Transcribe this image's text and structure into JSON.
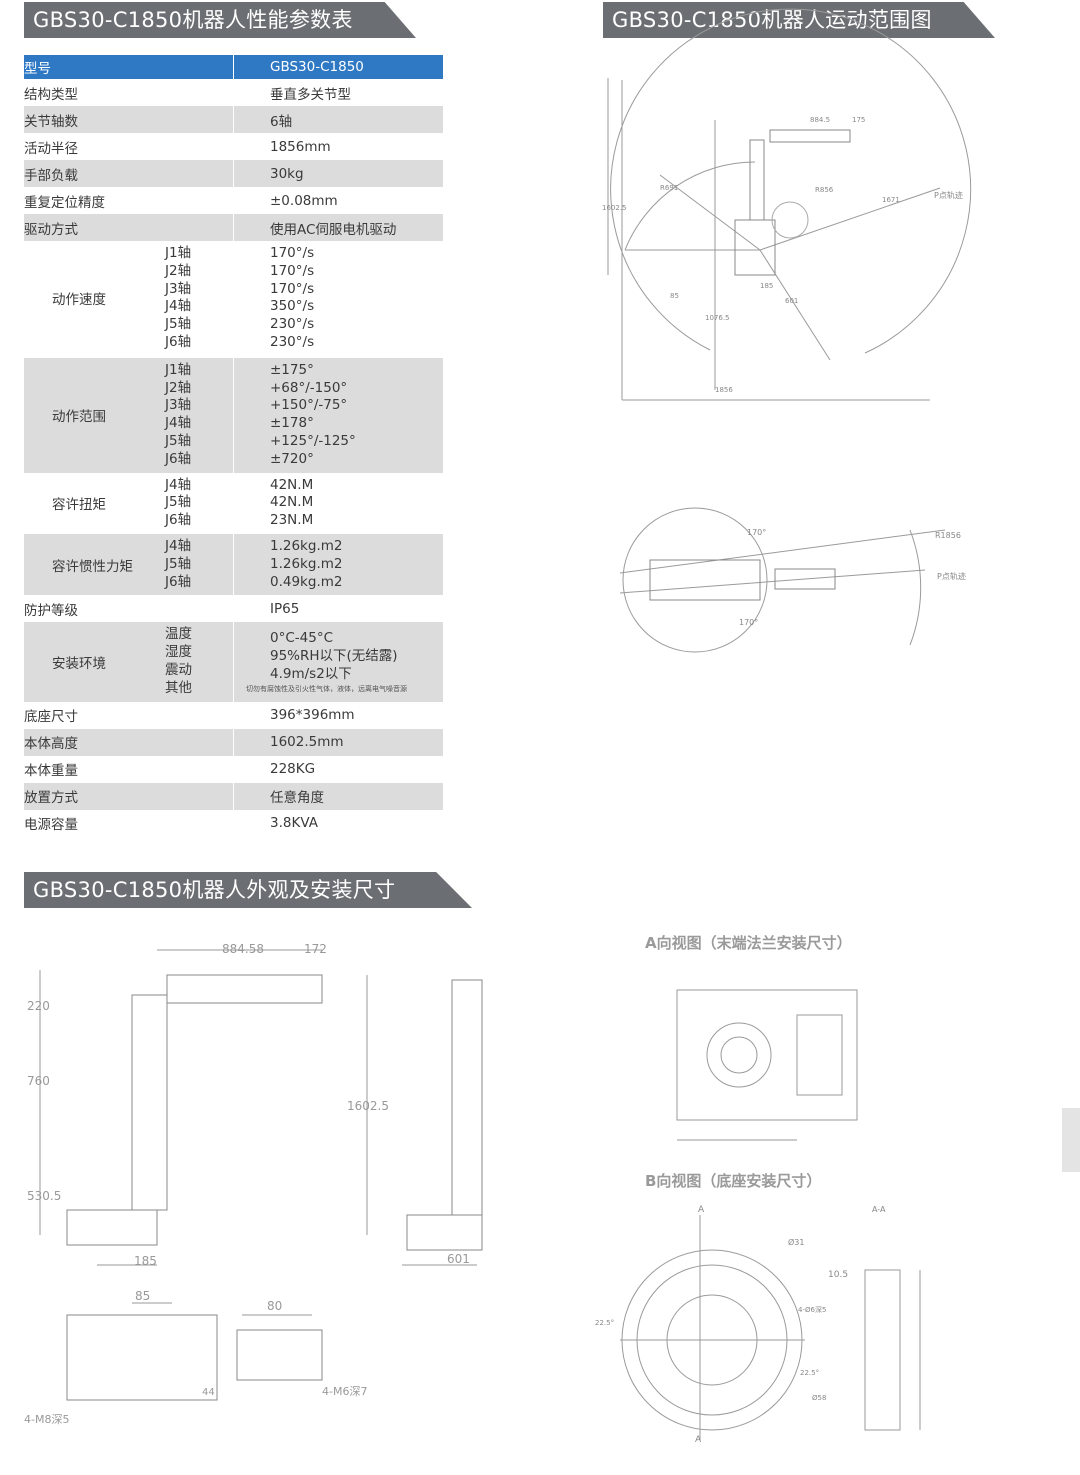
{
  "headers": {
    "specs": "GBS30-C1850机器人性能参数表",
    "range": "GBS30-C1850机器人运动范围图",
    "dims": "GBS30-C1850机器人外观及安装尺寸"
  },
  "table": {
    "model_label": "型号",
    "model_value": "GBS30-C1850",
    "rows1": [
      {
        "name": "结构类型",
        "value": "垂直多关节型"
      },
      {
        "name": "关节轴数",
        "value": "6轴"
      },
      {
        "name": "活动半径",
        "value": "1856mm"
      },
      {
        "name": "手部负载",
        "value": "30kg"
      },
      {
        "name": "重复定位精度",
        "value": "±0.08mm"
      },
      {
        "name": "驱动方式",
        "value": "使用AC伺服电机驱动"
      }
    ],
    "speed": {
      "name": "动作速度",
      "axes": [
        "J1轴",
        "J2轴",
        "J3轴",
        "J4轴",
        "J5轴",
        "J6轴"
      ],
      "values": [
        "170°/s",
        "170°/s",
        "170°/s",
        "350°/s",
        "230°/s",
        "230°/s"
      ]
    },
    "range": {
      "name": "动作范围",
      "axes": [
        "J1轴",
        "J2轴",
        "J3轴",
        "J4轴",
        "J5轴",
        "J6轴"
      ],
      "values": [
        "±175°",
        "+68°/-150°",
        "+150°/-75°",
        "±178°",
        "+125°/-125°",
        "±720°"
      ]
    },
    "torque": {
      "name": "容许扭矩",
      "axes": [
        "J4轴",
        "J5轴",
        "J6轴"
      ],
      "values": [
        "42N.M",
        "42N.M",
        "23N.M"
      ]
    },
    "inertia": {
      "name": "容许惯性力矩",
      "axes": [
        "J4轴",
        "J5轴",
        "J6轴"
      ],
      "values": [
        "1.26kg.m2",
        "1.26kg.m2",
        "0.49kg.m2"
      ]
    },
    "protection": {
      "name": "防护等级",
      "value": "IP65"
    },
    "env": {
      "name": "安装环境",
      "axes": [
        "温度",
        "湿度",
        "震动",
        "其他"
      ],
      "values": [
        "0°C-45°C",
        "95%RH以下(无结露)",
        "4.9m/s2以下"
      ],
      "other": "切勿有腐蚀性及引火性气体，液体，远离电气噪音源"
    },
    "rows2": [
      {
        "name": "底座尺寸",
        "value": "396*396mm"
      },
      {
        "name": "本体高度",
        "value": "1602.5mm"
      },
      {
        "name": "本体重量",
        "value": "228KG"
      },
      {
        "name": "放置方式",
        "value": "任意角度"
      },
      {
        "name": "电源容量",
        "value": "3.8KVA"
      }
    ]
  },
  "drawing_labels": {
    "side_range": [
      "884.5",
      "175",
      "1856",
      "1602.5",
      "1671",
      "P点轨迹",
      "185",
      "601",
      "R691",
      "R856",
      "1076.5",
      "85"
    ],
    "top_range": [
      "R1856",
      "P点轨迹",
      "170°",
      "170°"
    ],
    "side_dims": [
      "884.58",
      "172",
      "220",
      "760",
      "530.5",
      "185",
      "1602.5",
      "601"
    ],
    "top_dims": [
      "85",
      "80",
      "4-M6深7",
      "4-M8深5",
      "44"
    ],
    "view_a": "A向视图（末端法兰安装尺寸）",
    "view_b": "B向视图（底座安装尺寸）",
    "base_dims": [
      "A",
      "A",
      "Ø31",
      "10.5",
      "4-Ø6深5",
      "22.5°",
      "22.5°",
      "Ø58",
      "A-A"
    ]
  }
}
